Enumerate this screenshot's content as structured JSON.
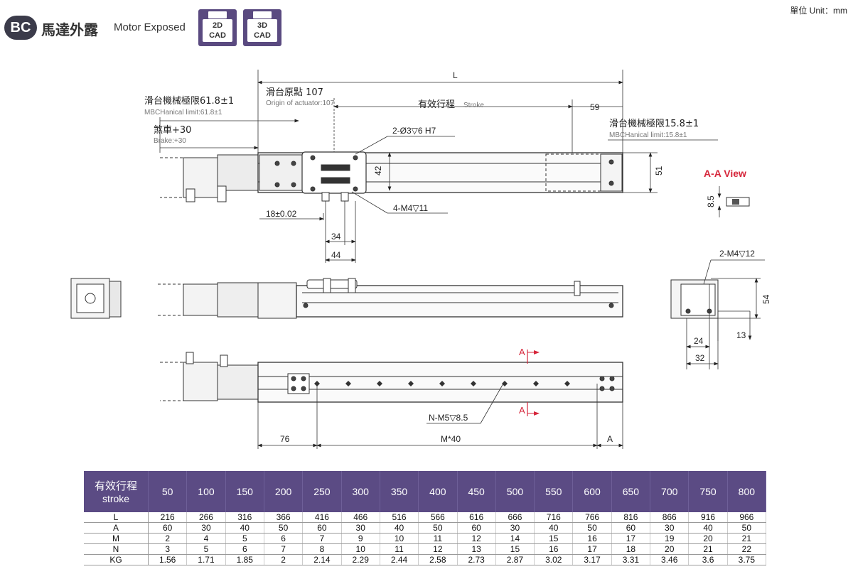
{
  "header": {
    "badge": "BC",
    "title_zh": "馬達外露",
    "title_en": "Motor Exposed",
    "cad2d": {
      "top": "2D",
      "bottom": "CAD"
    },
    "cad3d": {
      "top": "3D",
      "bottom": "CAD"
    },
    "unit": "單位 Unit：mm"
  },
  "drawing": {
    "L": "L",
    "origin_zh": "滑台原點 107",
    "origin_en": "Origin of actuator:107",
    "stroke_zh": "有效行程",
    "stroke_en": "Stroke",
    "d59": "59",
    "limit_left_zh": "滑台機械極限61.8±1",
    "limit_left_en": "MBCHanical limit:61.8±1",
    "brake_zh": "煞車+30",
    "brake_en": "Brake:+30",
    "limit_right_zh": "滑台機械極限15.8±1",
    "limit_right_en": "MBCHanical limit:15.8±1",
    "hole_spec": "2-Ø3▽6 H7",
    "d42": "42",
    "d51": "51",
    "d18": "18±0.02",
    "tap_spec": "4-M4▽11",
    "d34": "34",
    "d44": "44",
    "aa_view": "A-A View",
    "d85": "8.5",
    "tap_spec2": "2-M4▽12",
    "d54": "54",
    "d24": "24",
    "d13": "13",
    "d32": "32",
    "sec_a": "A",
    "nm5": "N-M5▽8.5",
    "d76": "76",
    "m40": "M*40",
    "dA": "A"
  },
  "table": {
    "header_zh": "有效行程",
    "header_en": "stroke",
    "strokes": [
      "50",
      "100",
      "150",
      "200",
      "250",
      "300",
      "350",
      "400",
      "450",
      "500",
      "550",
      "600",
      "650",
      "700",
      "750",
      "800"
    ],
    "rows": [
      {
        "label": "L",
        "values": [
          "216",
          "266",
          "316",
          "366",
          "416",
          "466",
          "516",
          "566",
          "616",
          "666",
          "716",
          "766",
          "816",
          "866",
          "916",
          "966"
        ]
      },
      {
        "label": "A",
        "values": [
          "60",
          "30",
          "40",
          "50",
          "60",
          "30",
          "40",
          "50",
          "60",
          "30",
          "40",
          "50",
          "60",
          "30",
          "40",
          "50"
        ]
      },
      {
        "label": "M",
        "values": [
          "2",
          "4",
          "5",
          "6",
          "7",
          "9",
          "10",
          "11",
          "12",
          "14",
          "15",
          "16",
          "17",
          "19",
          "20",
          "21"
        ]
      },
      {
        "label": "N",
        "values": [
          "3",
          "5",
          "6",
          "7",
          "8",
          "10",
          "11",
          "12",
          "13",
          "15",
          "16",
          "17",
          "18",
          "20",
          "21",
          "22"
        ]
      },
      {
        "label": "KG",
        "values": [
          "1.56",
          "1.71",
          "1.85",
          "2",
          "2.14",
          "2.29",
          "2.44",
          "2.58",
          "2.73",
          "2.87",
          "3.02",
          "3.17",
          "3.31",
          "3.46",
          "3.6",
          "3.75"
        ]
      }
    ]
  }
}
